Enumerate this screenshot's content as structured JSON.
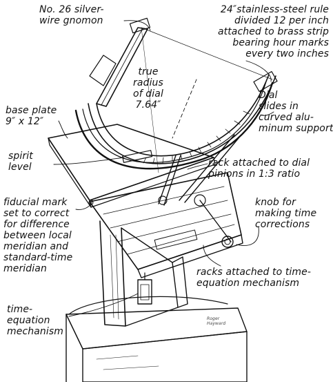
{
  "labels": {
    "gnomon": "No. 26 silver-\nwire gnomon",
    "rule": "24″stainless-steel rule\ndivided 12 per inch\nattached to brass strip\nbearing hour marks\nevery two inches",
    "radius": "true\nradius\nof dial\n7.64″",
    "base_plate": "base plate\n9″ x 12″",
    "dial_slides": "Dial\nslides in\ncurved alu-\nminum support.",
    "spirit_level": "spirit\nlevel",
    "rack_dial": "rack attached to dial\npinions in 1:3 ratio",
    "fiducial": "fiducial mark\nset to correct\nfor difference\nbetween local\nmeridian and\nstandard-time\nmeridian",
    "knob": "knob for\nmaking time\ncorrections",
    "racks_time": "racks attached to time-\nequation mechanism",
    "time_eq": "time-\nequation\nmechanism",
    "signature": "Roger\nHayward"
  },
  "colors": {
    "ink": "#111111",
    "paper": "#ffffff"
  }
}
